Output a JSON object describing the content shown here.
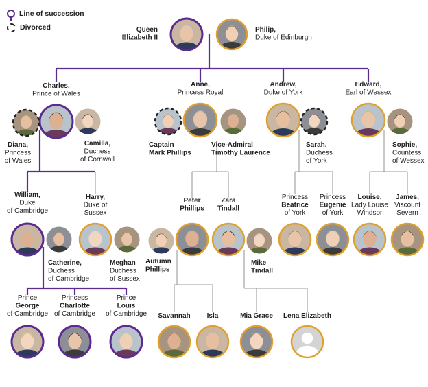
{
  "legend": {
    "line_of_succession": "Line of succession",
    "divorced": "Divorced"
  },
  "colors": {
    "succession": "#5b2c8f",
    "ring": "#e0a030",
    "connector": "#9a9a9a",
    "divorced": "#222222"
  },
  "people": [
    {
      "id": "elizabeth",
      "name": "Queen",
      "name2": "Elizabeth II",
      "ring": "succession",
      "icon": "queen-portrait-icon"
    },
    {
      "id": "philip",
      "name": "Philip,",
      "sub": [
        "Duke of Edinburgh"
      ],
      "ring": "gold",
      "icon": "philip-portrait-icon"
    },
    {
      "id": "charles",
      "name": "Charles,",
      "sub": [
        "Prince of Wales"
      ],
      "ring": "succession",
      "icon": "charles-portrait-icon"
    },
    {
      "id": "diana",
      "name": "Diana,",
      "sub": [
        "Princess",
        "of Wales"
      ],
      "ring": "divorced",
      "icon": "diana-portrait-icon"
    },
    {
      "id": "camilla",
      "name": "Camilla,",
      "sub": [
        "Duchess",
        "of Cornwall"
      ],
      "ring": "none",
      "icon": "camilla-portrait-icon"
    },
    {
      "id": "anne",
      "name": "Anne,",
      "sub": [
        "Princess Royal"
      ],
      "ring": "gold",
      "icon": "anne-portrait-icon"
    },
    {
      "id": "mark",
      "name": "Captain",
      "name2": "Mark Phillips",
      "ring": "divorced",
      "icon": "mark-portrait-icon"
    },
    {
      "id": "timothy",
      "name": "Vice-Admiral",
      "name2": "Timothy Laurence",
      "ring": "none",
      "icon": "timothy-portrait-icon"
    },
    {
      "id": "andrew",
      "name": "Andrew,",
      "sub": [
        "Duke of York"
      ],
      "ring": "gold",
      "icon": "andrew-portrait-icon"
    },
    {
      "id": "sarah",
      "name": "Sarah,",
      "sub": [
        "Duchess",
        "of York"
      ],
      "ring": "divorced",
      "icon": "sarah-portrait-icon"
    },
    {
      "id": "edward",
      "name": "Edward,",
      "sub": [
        "Earl of Wessex"
      ],
      "ring": "gold",
      "icon": "edward-portrait-icon"
    },
    {
      "id": "sophie",
      "name": "Sophie,",
      "sub": [
        "Countess",
        "of Wessex"
      ],
      "ring": "none",
      "icon": "sophie-portrait-icon"
    },
    {
      "id": "william",
      "name": "William,",
      "sub": [
        "Duke",
        "of Cambridge"
      ],
      "ring": "succession",
      "icon": "william-portrait-icon"
    },
    {
      "id": "catherine",
      "name": "Catherine,",
      "sub": [
        "Duchess",
        "of Cambridge"
      ],
      "ring": "none",
      "icon": "catherine-portrait-icon"
    },
    {
      "id": "harry",
      "name": "Harry,",
      "sub": [
        "Duke of",
        "Sussex"
      ],
      "ring": "gold",
      "icon": "harry-portrait-icon"
    },
    {
      "id": "meghan",
      "name": "Meghan",
      "sub": [
        "Duchess",
        "of Sussex"
      ],
      "ring": "none",
      "icon": "meghan-portrait-icon"
    },
    {
      "id": "autumn",
      "name": "Autumn",
      "name2": "Phillips",
      "ring": "none",
      "icon": "autumn-portrait-icon"
    },
    {
      "id": "peter",
      "name": "Peter",
      "name2": "Phillips",
      "ring": "gold",
      "icon": "peter-portrait-icon"
    },
    {
      "id": "zara",
      "name": "Zara",
      "name2": "Tindall",
      "ring": "gold",
      "icon": "zara-portrait-icon"
    },
    {
      "id": "mike",
      "name": "Mike",
      "name2": "Tindall",
      "ring": "none",
      "icon": "mike-portrait-icon"
    },
    {
      "id": "beatrice",
      "pre": "Princess",
      "name": "Beatrice",
      "sub": [
        "of York"
      ],
      "ring": "gold",
      "icon": "beatrice-portrait-icon"
    },
    {
      "id": "eugenie",
      "pre": "Princess",
      "name": "Eugenie",
      "sub": [
        "of York"
      ],
      "ring": "gold",
      "icon": "eugenie-portrait-icon"
    },
    {
      "id": "louise",
      "name": "Louise,",
      "sub": [
        "Lady Louise",
        "Windsor"
      ],
      "ring": "gold",
      "icon": "louise-portrait-icon"
    },
    {
      "id": "james",
      "name": "James,",
      "sub": [
        "Viscount",
        "Severn"
      ],
      "ring": "gold",
      "icon": "james-portrait-icon"
    },
    {
      "id": "george",
      "pre": "Prince",
      "name": "George",
      "sub": [
        "of Cambridge"
      ],
      "ring": "succession",
      "icon": "george-portrait-icon"
    },
    {
      "id": "charlotte",
      "pre": "Princess",
      "name": "Charlotte",
      "sub": [
        "of Cambridge"
      ],
      "ring": "succession",
      "icon": "charlotte-portrait-icon"
    },
    {
      "id": "louis",
      "pre": "Prince",
      "name": "Louis",
      "sub": [
        "of Cambridge"
      ],
      "ring": "succession",
      "icon": "louis-portrait-icon"
    },
    {
      "id": "savannah",
      "name": "Savannah",
      "ring": "gold",
      "icon": "savannah-portrait-icon"
    },
    {
      "id": "isla",
      "name": "Isla",
      "ring": "gold",
      "icon": "isla-portrait-icon"
    },
    {
      "id": "miagrace",
      "name": "Mia Grace",
      "ring": "gold",
      "icon": "mia-grace-portrait-icon"
    },
    {
      "id": "lena",
      "name": "Lena Elizabeth",
      "ring": "gold",
      "icon": "silhouette-placeholder-icon"
    }
  ]
}
